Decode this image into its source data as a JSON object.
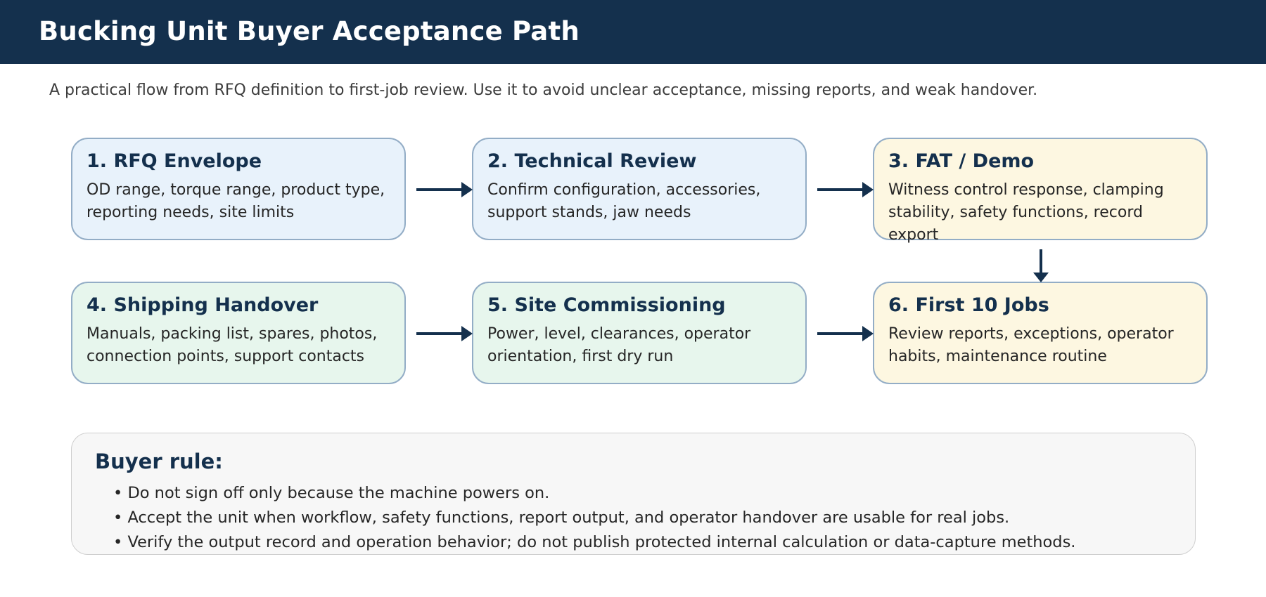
{
  "header": {
    "title": "Bucking Unit Buyer Acceptance Path"
  },
  "subtitle": "A practical flow from RFQ definition to first-job review. Use it to avoid unclear acceptance, missing reports, and weak handover.",
  "steps": [
    {
      "title": "1. RFQ Envelope",
      "body": "OD range, torque range, product type, reporting needs, site limits",
      "color": "#e8f2fb"
    },
    {
      "title": "2. Technical Review",
      "body": "Confirm configuration, accessories, support stands, jaw needs",
      "color": "#e8f2fb"
    },
    {
      "title": "3. FAT / Demo",
      "body": "Witness control response, clamping stability, safety functions, record export",
      "color": "#fdf7e1"
    },
    {
      "title": "4. Shipping Handover",
      "body": "Manuals, packing list, spares, photos, connection points, support contacts",
      "color": "#e7f6ed"
    },
    {
      "title": "5. Site Commissioning",
      "body": "Power, level, clearances, operator orientation, first dry run",
      "color": "#e7f6ed"
    },
    {
      "title": "6. First 10 Jobs",
      "body": "Review reports, exceptions, operator habits, maintenance routine",
      "color": "#fdf7e1"
    }
  ],
  "rule": {
    "title": "Buyer rule:",
    "items": [
      "Do not sign off only because the machine powers on.",
      "Accept the unit when workflow, safety functions, report output, and operator handover are usable for real jobs.",
      "Verify the output record and operation behavior; do not publish protected internal calculation or data-capture methods."
    ]
  },
  "colors": {
    "header": "#14304d",
    "arrow": "#14304d",
    "border": "#93adc6"
  }
}
